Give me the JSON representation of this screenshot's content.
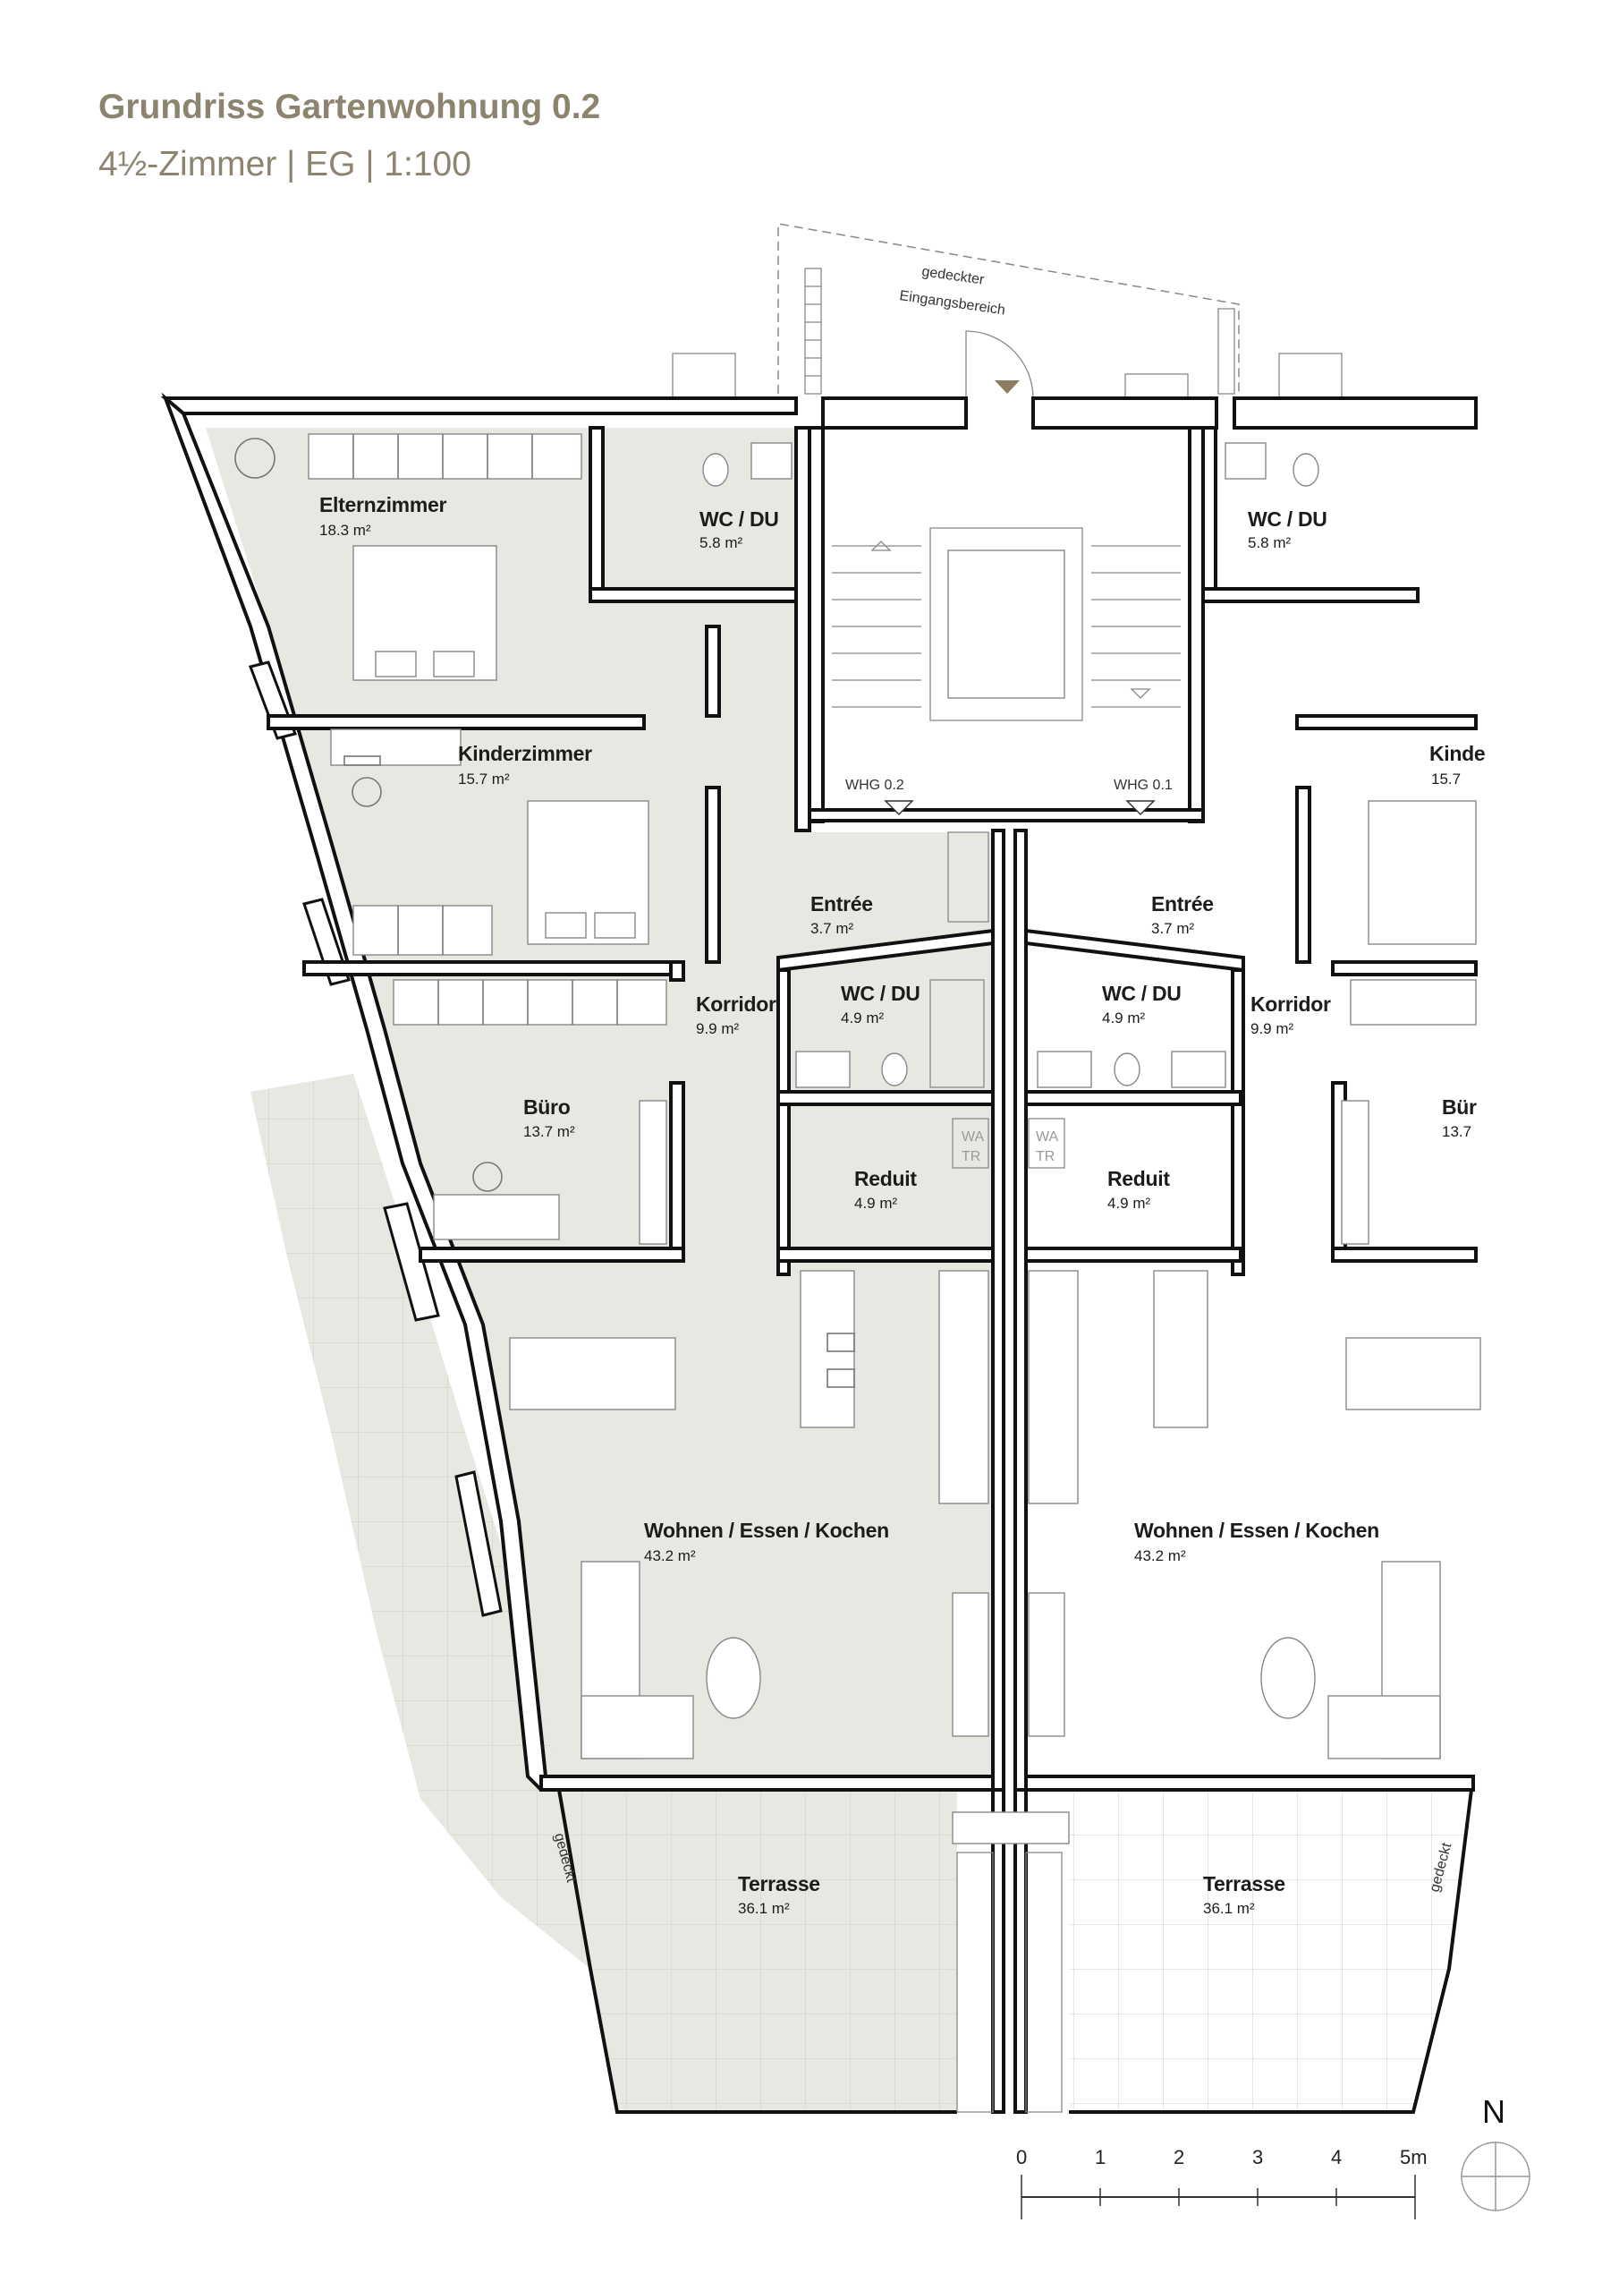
{
  "title": "Grundriss Gartenwohnung 0.2",
  "subtitle": "4½-Zimmer | EG | 1:100",
  "colors": {
    "accent": "#8d8470",
    "floor_fill": "#e9e7e2",
    "wall": "#111111"
  },
  "entrance": {
    "line1": "gedeckter",
    "line2": "Eingangsbereich"
  },
  "unit_labels": {
    "left": "WHG 0.2",
    "right": "WHG 0.1"
  },
  "rooms_left": {
    "elternzimmer": {
      "name": "Elternzimmer",
      "area": "18.3 m²"
    },
    "wcdu_top": {
      "name": "WC / DU",
      "area": "5.8 m²"
    },
    "kinderzimmer": {
      "name": "Kinderzimmer",
      "area": "15.7 m²"
    },
    "entree": {
      "name": "Entrée",
      "area": "3.7 m²"
    },
    "korridor": {
      "name": "Korridor",
      "area": "9.9 m²"
    },
    "wcdu": {
      "name": "WC / DU",
      "area": "4.9 m²"
    },
    "buero": {
      "name": "Büro",
      "area": "13.7 m²"
    },
    "reduit": {
      "name": "Reduit",
      "area": "4.9 m²"
    },
    "wohnen": {
      "name": "Wohnen / Essen / Kochen",
      "area": "43.2 m²"
    },
    "terrasse": {
      "name": "Terrasse",
      "area": "36.1 m²"
    }
  },
  "rooms_right": {
    "wcdu_top": {
      "name": "WC / DU",
      "area": "5.8 m²"
    },
    "kinder": {
      "name": "Kinde",
      "area": "15.7"
    },
    "entree": {
      "name": "Entrée",
      "area": "3.7 m²"
    },
    "wcdu": {
      "name": "WC / DU",
      "area": "4.9 m²"
    },
    "korridor": {
      "name": "Korridor",
      "area": "9.9 m²"
    },
    "buero": {
      "name": "Bür",
      "area": "13.7"
    },
    "reduit": {
      "name": "Reduit",
      "area": "4.9 m²"
    },
    "wohnen": {
      "name": "Wohnen / Essen / Kochen",
      "area": "43.2 m²"
    },
    "terrasse": {
      "name": "Terrasse",
      "area": "36.1 m²"
    }
  },
  "wa_tr": {
    "wa": "WA",
    "tr": "TR"
  },
  "gedeckt": "gedeckt",
  "north_label": "N",
  "scale": {
    "ticks": [
      "0",
      "1",
      "2",
      "3",
      "4",
      "5m"
    ]
  }
}
